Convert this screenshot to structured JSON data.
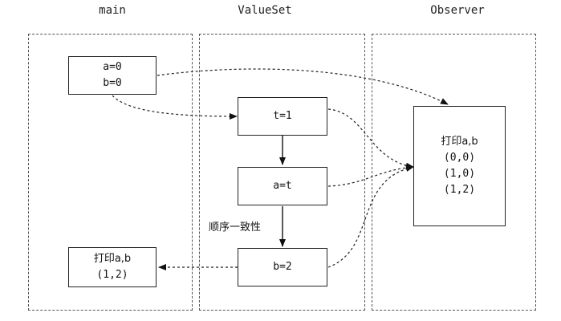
{
  "columns": {
    "main": "main",
    "valueset": "ValueSet",
    "observer": "Observer"
  },
  "main_init_box": {
    "line1": "a=0",
    "line2": "b=0"
  },
  "main_print_box": {
    "line1": "打印a,b",
    "line2": "(1,2)"
  },
  "valueset": {
    "step1": "t=1",
    "step2": "a=t",
    "step3": "b=2",
    "ordering_label": "顺序一致性"
  },
  "observer_box": {
    "title": "打印a,b",
    "outputs": [
      "(0,0)",
      "(1,0)",
      "(1,2)"
    ]
  }
}
